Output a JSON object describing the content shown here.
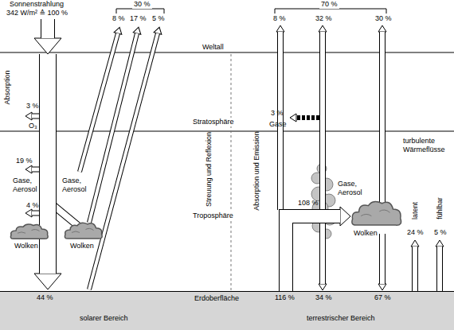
{
  "diagram": {
    "nodes": [
      {
        "text": [
          "44 %",
          "Erdoberfläche",
          "116 %",
          "34 %",
          "67 %",
          "solarer Bereich",
          "terrestrischer Bereich"
        ]
      },
      {
        "text": [
          "Wolken"
        ]
      },
      {
        "text": [
          "Wolken"
        ]
      },
      {
        "text": [
          "Wolken"
        ]
      }
    ],
    "labels": [
      "Sonnenstrahlung",
      "342 W/m² ≙ 100 %",
      "30 %",
      "8 %",
      "17 %",
      "5 %",
      "Weltall",
      "70 %",
      "8 %",
      "32 %",
      "30 %",
      "Absorption",
      "3 %",
      "O₃",
      "Stratosphäre",
      "Streuung und Reflexion",
      "Absorption und Emission",
      "3 %",
      "Gase",
      "19 %",
      "Gase, Aerosol",
      "Gase, Aerosol",
      "4 %",
      "Troposphäre",
      "108 %",
      "Gase, Aerosol",
      "turbulente Wärmeflüsse",
      "latent",
      "fühlbar",
      "24 %",
      "5 %"
    ]
  }
}
